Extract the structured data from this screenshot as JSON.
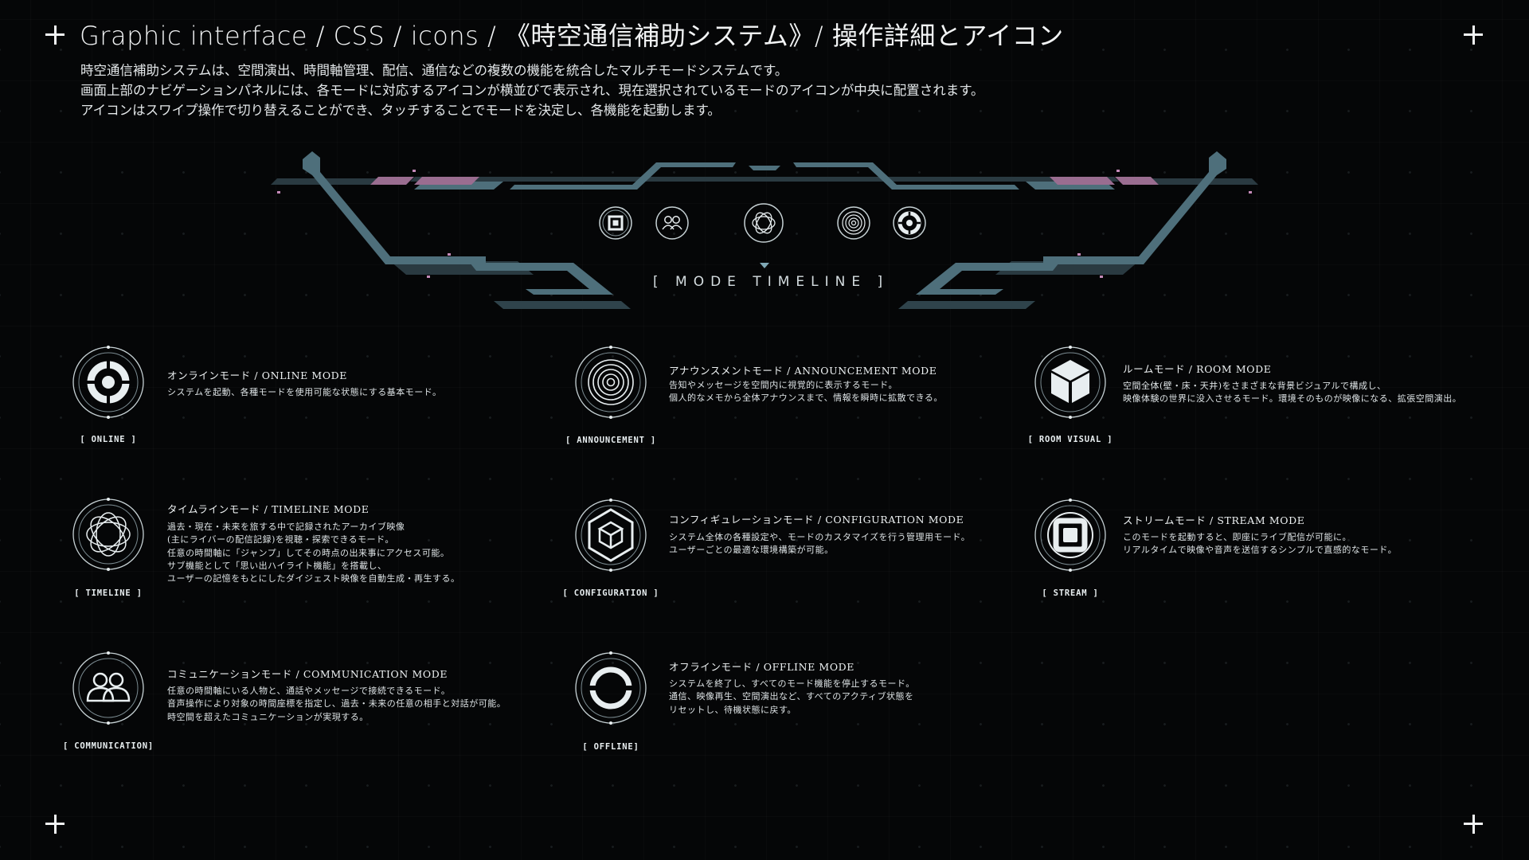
{
  "header": {
    "title": "Graphic interface / CSS / icons / 《時空通信補助システム》/ 操作詳細とアイコン",
    "intro_lines": [
      "時空通信補助システムは、空間演出、時間軸管理、配信、通信などの複数の機能を統合したマルチモードシステムです。",
      "画面上部のナビゲーションパネルには、各モードに対応するアイコンが横並びで表示され、現在選択されているモードのアイコンが中央に配置されます。",
      "アイコンはスワイプ操作で切り替えることができ、タッチすることでモードを決定し、各機能を起動します。"
    ]
  },
  "nav_panel": {
    "label": "[ MODE TIMELINE ]",
    "icons": [
      "stream-icon",
      "communication-icon",
      "timeline-icon",
      "announcement-icon",
      "online-icon"
    ],
    "selected_icon": "timeline-icon",
    "colors": {
      "frame": "#4b6c78",
      "frame_dark": "#2c3e45",
      "accent": "#8e6a85"
    }
  },
  "modes": {
    "online": {
      "icon": "online-icon",
      "tag": "[ ONLINE ]",
      "title": "オンラインモード / ONLINE MODE",
      "lines": [
        "システムを起動、各種モードを使用可能な状態にする基本モード。"
      ]
    },
    "announcement": {
      "icon": "announcement-icon",
      "tag": "[ ANNOUNCEMENT ]",
      "title": "アナウンスメントモード / ANNOUNCEMENT MODE",
      "lines": [
        "告知やメッセージを空間内に視覚的に表示するモード。",
        "個人的なメモから全体アナウンスまで、情報を瞬時に拡散できる。"
      ]
    },
    "room": {
      "icon": "room-visual-icon",
      "tag": "[ ROOM VISUAL ]",
      "title": "ルームモード / ROOM MODE",
      "lines": [
        "空間全体(壁・床・天井)をさまざまな背景ビジュアルで構成し、",
        "映像体験の世界に没入させるモード。環境そのものが映像になる、拡張空間演出。"
      ]
    },
    "timeline": {
      "icon": "timeline-icon",
      "tag": "[ TIMELINE ]",
      "title": "タイムラインモード / TIMELINE MODE",
      "lines": [
        "過去・現在・未来を旅する中で記録されたアーカイブ映像",
        "(主にライバーの配信記録)を視聴・探索できるモード。",
        "任意の時間軸に「ジャンプ」してその時点の出来事にアクセス可能。",
        "サブ機能として「思い出ハイライト機能」を搭載し、",
        "ユーザーの記憶をもとにしたダイジェスト映像を自動生成・再生する。"
      ]
    },
    "configuration": {
      "icon": "configuration-icon",
      "tag": "[ CONFIGURATION ]",
      "title": "コンフィギュレーションモード / CONFIGURATION MODE",
      "lines": [
        "システム全体の各種設定や、モードのカスタマイズを行う管理用モード。",
        "ユーザーごとの最適な環境構築が可能。"
      ]
    },
    "stream": {
      "icon": "stream-icon",
      "tag": "[ STREAM ]",
      "title": "ストリームモード / STREAM MODE",
      "lines": [
        "このモードを起動すると、即座にライブ配信が可能に。",
        "リアルタイムで映像や音声を送信するシンプルで直感的なモード。"
      ]
    },
    "communication": {
      "icon": "communication-icon",
      "tag": "[ COMMUNICATION]",
      "title": "コミュニケーションモード / COMMUNICATION MODE",
      "lines": [
        "任意の時間軸にいる人物と、通話やメッセージで接続できるモード。",
        "音声操作により対象の時間座標を指定し、過去・未来の任意の相手と対話が可能。",
        "時空間を超えたコミュニケーションが実現する。"
      ]
    },
    "offline": {
      "icon": "offline-icon",
      "tag": "[ OFFLINE]",
      "title": "オフラインモード / OFFLINE MODE",
      "lines": [
        "システムを終了し、すべてのモード機能を停止するモード。",
        "通信、映像再生、空間演出など、すべてのアクティブ状態を",
        "リセットし、待機状態に戻す。"
      ]
    }
  }
}
